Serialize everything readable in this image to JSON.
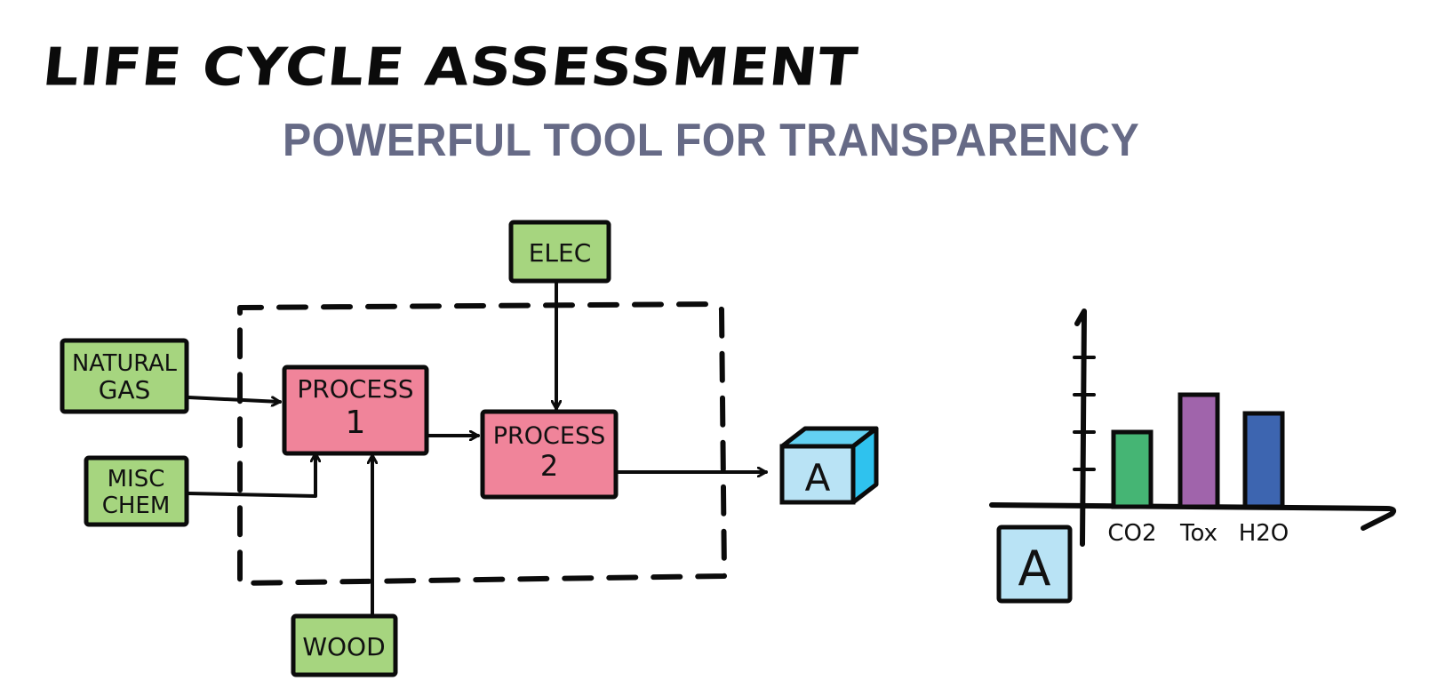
{
  "title": "LIFE CYCLE ASSESSMENT",
  "subtitle": "POWERFUL TOOL FOR TRANSPARENCY",
  "colors": {
    "input_green": "#a6d57f",
    "process_pink": "#f0849a",
    "product_blue_light": "#b9e3f5",
    "product_blue_dark": "#2fc2ee",
    "subtitle_gray": "#666a86",
    "bar_co2": "#45b574",
    "bar_tox": "#a064ab",
    "bar_h2o": "#3d65b0"
  },
  "inputs": {
    "natural_gas": [
      "NATURAL",
      "GAS"
    ],
    "misc_chem": [
      "MISC",
      "CHEM"
    ],
    "elec": "ELEC",
    "wood": "WOOD"
  },
  "processes": {
    "p1": [
      "PROCESS",
      "1"
    ],
    "p2": [
      "PROCESS",
      "2"
    ]
  },
  "product": {
    "label": "A"
  },
  "impact_chart": {
    "product_label": "A",
    "tick_count": 4,
    "bars": [
      {
        "label": "CO2",
        "value": 2,
        "color": "#45b574"
      },
      {
        "label": "Tox",
        "value": 3,
        "color": "#a064ab"
      },
      {
        "label": "H2O",
        "value": 2.5,
        "color": "#3d65b0"
      }
    ]
  }
}
